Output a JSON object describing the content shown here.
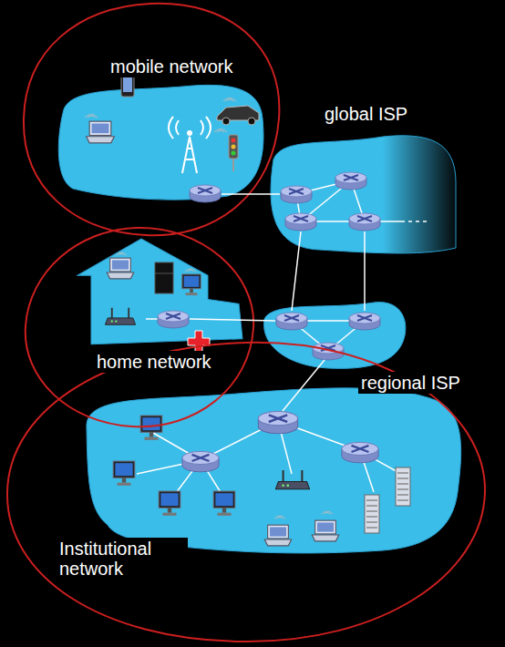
{
  "diagram": {
    "nodes": [
      {
        "text": [
          "mobile network"
        ]
      },
      {
        "text": [
          "global ISP"
        ]
      },
      {
        "text": [
          "home network"
        ]
      },
      {
        "text": [
          "regional ISP"
        ]
      },
      {
        "text": [
          "Institutional network"
        ]
      }
    ],
    "edges": [
      {
        "from": 0,
        "to": 1,
        "arrow": "none"
      },
      {
        "from": 1,
        "to": 3,
        "arrow": "none"
      },
      {
        "from": 1,
        "to": 3,
        "arrow": "none"
      },
      {
        "from": 2,
        "to": 3,
        "arrow": "none"
      },
      {
        "from": 3,
        "to": 4,
        "arrow": "none"
      }
    ]
  }
}
